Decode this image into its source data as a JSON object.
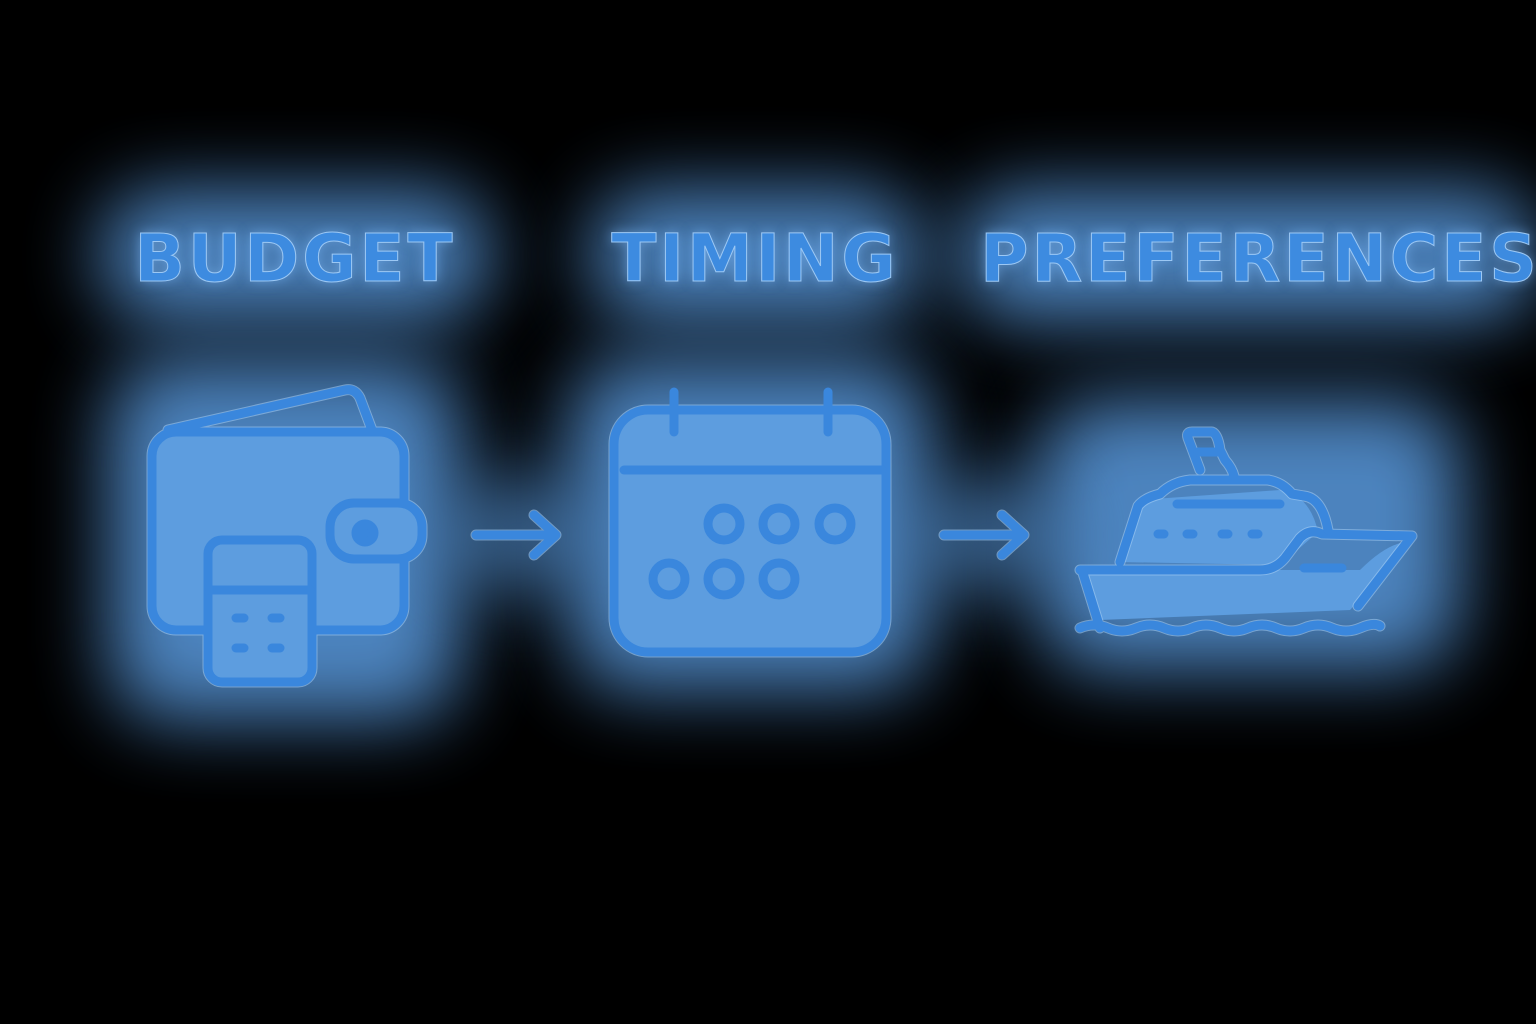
{
  "diagram": {
    "steps": [
      {
        "label": "BUDGET",
        "icon": "wallet-calculator-icon"
      },
      {
        "label": "TIMING",
        "icon": "calendar-icon"
      },
      {
        "label": "PREFERENCES",
        "icon": "cruise-ship-icon"
      }
    ],
    "connectors": [
      {
        "from": "BUDGET",
        "to": "TIMING",
        "icon": "arrow-right-icon"
      },
      {
        "from": "TIMING",
        "to": "PREFERENCES",
        "icon": "arrow-right-icon"
      }
    ],
    "colors": {
      "background": "#000000",
      "glow": "#5a9be0",
      "stroke": "#3a87dd",
      "highlight": "#a8d0f6"
    }
  }
}
